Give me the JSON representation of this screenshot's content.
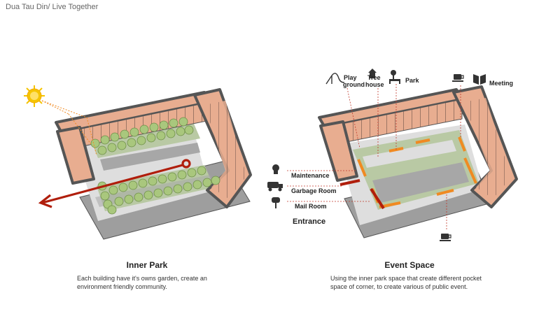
{
  "page": {
    "title": "Dua Tau Din/ Live Together"
  },
  "left_panel": {
    "title": "Inner Park",
    "description_line1": "Each building have it's owns garden, create an",
    "description_line2": "environment friendly community."
  },
  "right_panel": {
    "title": "Event Space",
    "description_line1": "Using the inner park space that create different pocket",
    "description_line2": "space of corner, to create various of public event.",
    "labels": {
      "playground_1": "Play",
      "playground_2": "ground",
      "treehouse_1": "Tree",
      "treehouse_2": "house",
      "park": "Park",
      "meeting": "Meeting",
      "maintenance": "Maintenance",
      "garbage_room": "Garbage Room",
      "mail_room": "Mail Room",
      "entrance": "Entrance"
    }
  },
  "colors": {
    "building": "#e8ad90",
    "roof_outline": "#555555",
    "plaza": "#dcdcdc",
    "ground": "#9a9a9a",
    "garden": "#b9c9a4",
    "tree": "#a9c77d",
    "path_red": "#b01e0c",
    "event_orange": "#f08a22",
    "sun": "#f5c400"
  },
  "icons": [
    "sun-icon",
    "playground-slide-icon",
    "treehouse-icon",
    "park-bench-icon",
    "coffee-cup-icon",
    "book-icon",
    "lightbulb-icon",
    "garbage-truck-icon",
    "mailbox-icon"
  ]
}
